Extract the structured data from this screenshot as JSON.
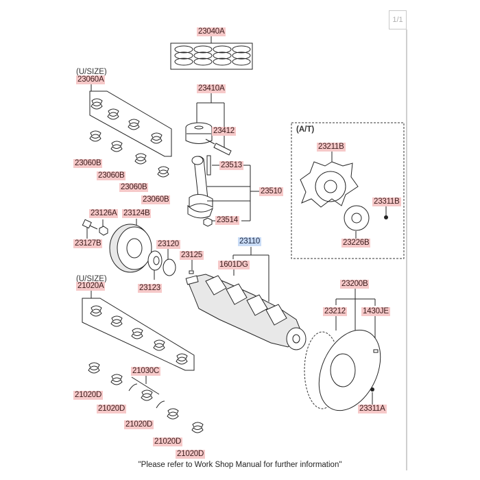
{
  "viewer": {
    "page_indicator": "1/1"
  },
  "diagram": {
    "title": "Crankshaft & Piston",
    "footer_note": "\"Please refer to Work Shop Manual for further information\"",
    "group_labels": {
      "upper_bearing_usize": "(U/SIZE)",
      "main_bearing_usize": "(U/SIZE)",
      "auto_transmission": "(A/T)"
    },
    "selected_part": "23110",
    "parts": [
      {
        "id": "23040A",
        "desc": "piston-ring-set"
      },
      {
        "id": "23410A",
        "desc": "piston-assembly"
      },
      {
        "id": "23412",
        "desc": "piston-pin"
      },
      {
        "id": "23060A",
        "desc": "connecting-rod-bearing-set-usize"
      },
      {
        "id": "23060B",
        "desc": "connecting-rod-bearing-1"
      },
      {
        "id": "23060B",
        "desc": "connecting-rod-bearing-2"
      },
      {
        "id": "23060B",
        "desc": "connecting-rod-bearing-3"
      },
      {
        "id": "23060B",
        "desc": "connecting-rod-bearing-4"
      },
      {
        "id": "23513",
        "desc": "connecting-rod-bolt"
      },
      {
        "id": "23510",
        "desc": "connecting-rod-assembly"
      },
      {
        "id": "23514",
        "desc": "connecting-rod-nut"
      },
      {
        "id": "23211B",
        "desc": "drive-plate"
      },
      {
        "id": "23311B",
        "desc": "drive-plate-bolt"
      },
      {
        "id": "23226B",
        "desc": "drive-plate-adapter"
      },
      {
        "id": "23126A",
        "desc": "pulley-washer"
      },
      {
        "id": "23124B",
        "desc": "crankshaft-pulley"
      },
      {
        "id": "23127B",
        "desc": "pulley-bolt"
      },
      {
        "id": "23120",
        "desc": "crankshaft-sprocket"
      },
      {
        "id": "23125",
        "desc": "key"
      },
      {
        "id": "23123",
        "desc": "flange"
      },
      {
        "id": "23110",
        "desc": "crankshaft"
      },
      {
        "id": "1601DG",
        "desc": "plug"
      },
      {
        "id": "21020A",
        "desc": "main-bearing-set-usize"
      },
      {
        "id": "23200B",
        "desc": "flywheel-assembly"
      },
      {
        "id": "23212",
        "desc": "ring-gear"
      },
      {
        "id": "1430JE",
        "desc": "dowel-pin"
      },
      {
        "id": "21030C",
        "desc": "thrust-bearing"
      },
      {
        "id": "21020D",
        "desc": "main-bearing-1"
      },
      {
        "id": "21020D",
        "desc": "main-bearing-2"
      },
      {
        "id": "21020D",
        "desc": "main-bearing-3"
      },
      {
        "id": "21020D",
        "desc": "main-bearing-4"
      },
      {
        "id": "21020D",
        "desc": "main-bearing-5"
      },
      {
        "id": "23311A",
        "desc": "flywheel-bolt"
      }
    ]
  }
}
